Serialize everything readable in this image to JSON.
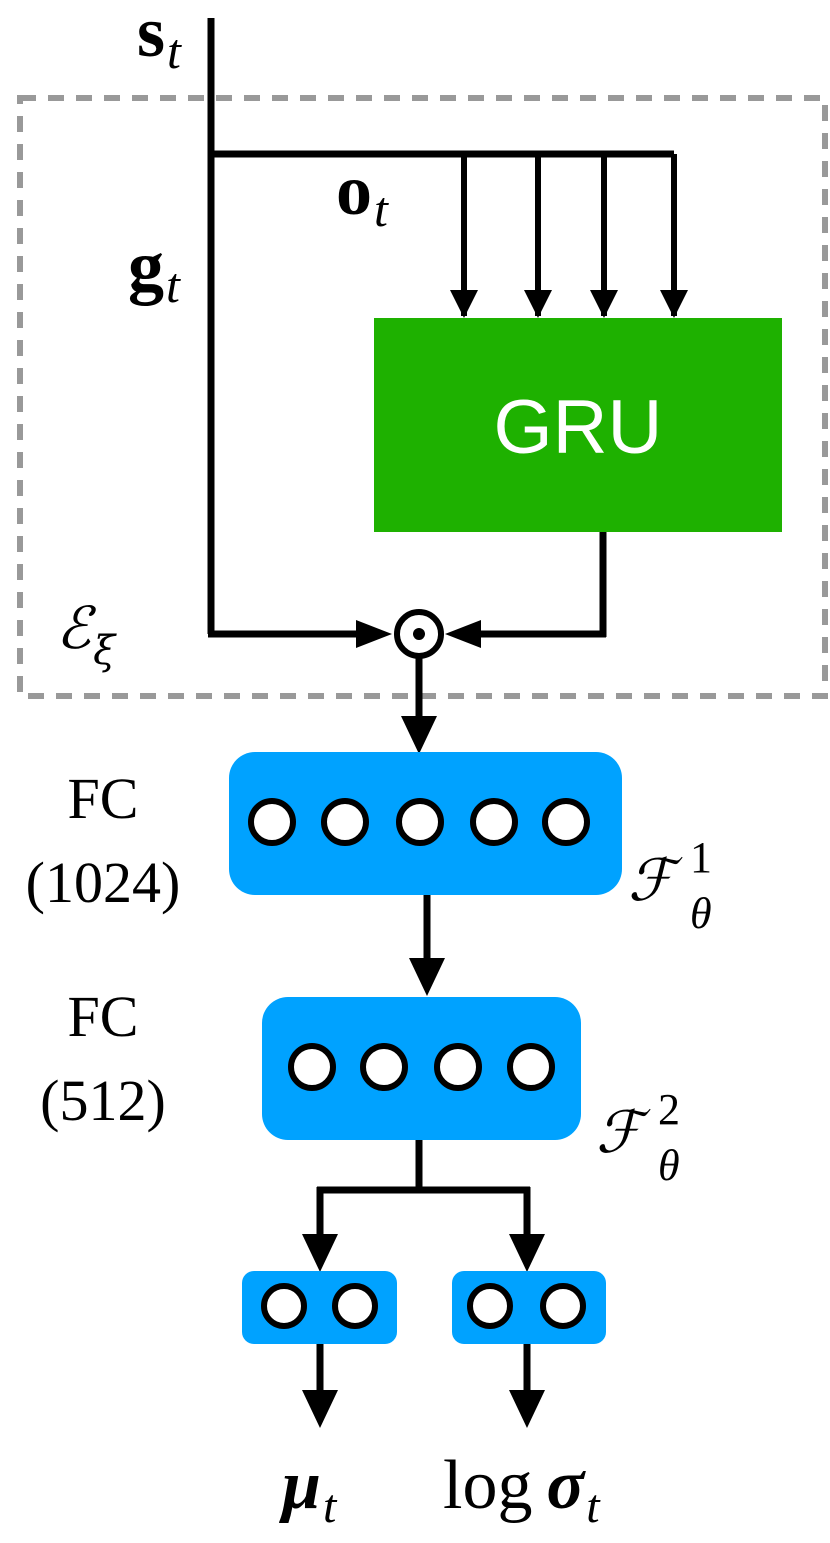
{
  "encoder": {
    "label_main": "ℰ",
    "label_sub": "ξ",
    "gru_label": "GRU",
    "input_s_main": "s",
    "input_s_sub": "t",
    "input_o_main": "o",
    "input_o_sub": "t",
    "input_g_main": "g",
    "input_g_sub": "t",
    "combine_symbol": "⊙",
    "gru_color": "#1eb100",
    "box_border_color": "#999999"
  },
  "layers": [
    {
      "title": "FC",
      "size": "(1024)",
      "label_main": "ℱ",
      "label_sup": "1",
      "label_sub": "θ"
    },
    {
      "title": "FC",
      "size": "(512)",
      "label_main": "ℱ",
      "label_sup": "2",
      "label_sub": "θ"
    }
  ],
  "outputs": {
    "mu_main": "μ",
    "mu_sub": "t",
    "sigma_prefix": "log",
    "sigma_main": "σ",
    "sigma_sub": "t"
  },
  "colors": {
    "layer_blue": "#00a2ff",
    "line": "#000000"
  }
}
